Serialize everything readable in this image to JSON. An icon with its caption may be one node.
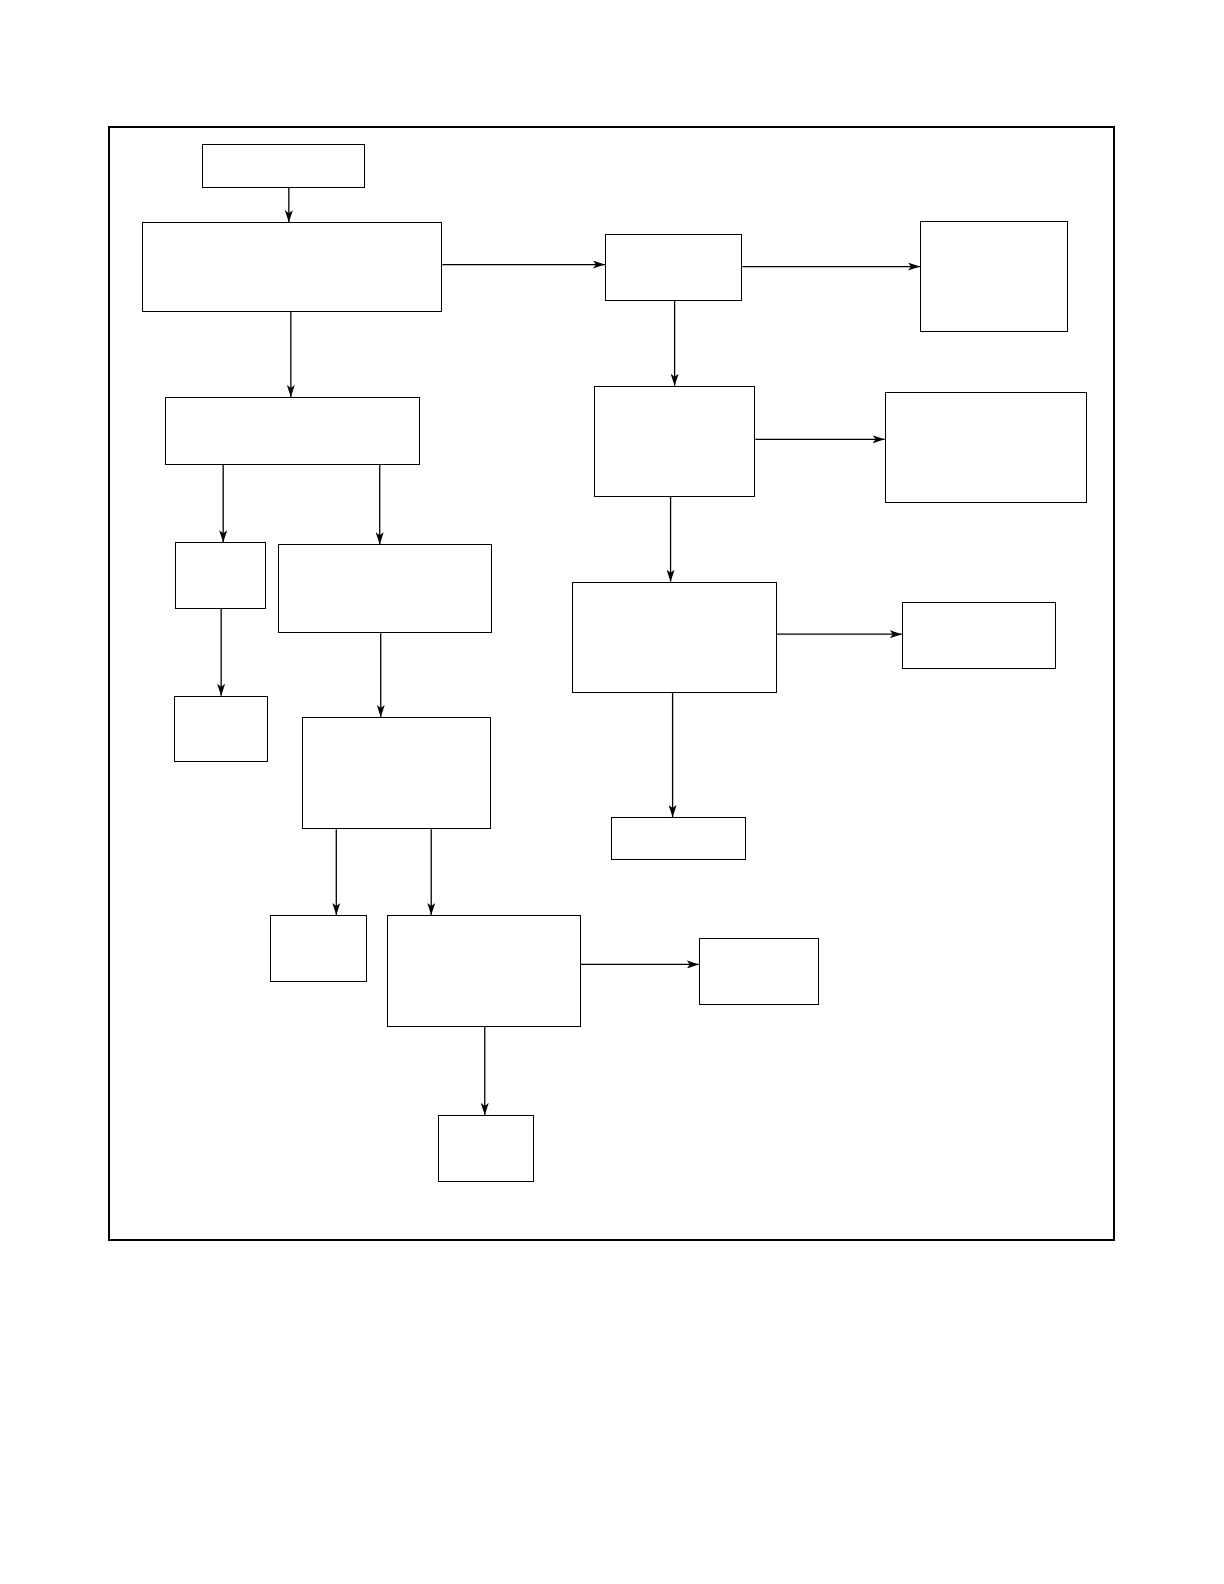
{
  "diagram": {
    "nodes": [
      {
        "text": [],
        "shape": "box"
      },
      {
        "text": [],
        "shape": "box"
      },
      {
        "text": [],
        "shape": "box"
      },
      {
        "text": [],
        "shape": "box"
      },
      {
        "text": [],
        "shape": "box"
      },
      {
        "text": [],
        "shape": "box"
      },
      {
        "text": [],
        "shape": "box"
      },
      {
        "text": [],
        "shape": "box"
      },
      {
        "text": [],
        "shape": "box"
      },
      {
        "text": [],
        "shape": "box"
      },
      {
        "text": [],
        "shape": "box"
      },
      {
        "text": [],
        "shape": "box"
      },
      {
        "text": [],
        "shape": "box"
      },
      {
        "text": [],
        "shape": "box"
      },
      {
        "text": [],
        "shape": "box"
      },
      {
        "text": [],
        "shape": "box"
      },
      {
        "text": [],
        "shape": "box"
      },
      {
        "text": [],
        "shape": "box"
      }
    ],
    "edges": [
      {
        "from": 0,
        "to": 1,
        "arrow": "to"
      },
      {
        "from": 1,
        "to": 2,
        "arrow": "to"
      },
      {
        "from": 2,
        "to": 3,
        "arrow": "to"
      },
      {
        "from": 1,
        "to": 4,
        "arrow": "to"
      },
      {
        "from": 2,
        "to": 5,
        "arrow": "to"
      },
      {
        "from": 5,
        "to": 6,
        "arrow": "to"
      },
      {
        "from": 4,
        "to": 7,
        "arrow": "to"
      },
      {
        "from": 4,
        "to": 8,
        "arrow": "to"
      },
      {
        "from": 5,
        "to": 9,
        "arrow": "to"
      },
      {
        "from": 9,
        "to": 10,
        "arrow": "to"
      },
      {
        "from": 7,
        "to": 11,
        "arrow": "to"
      },
      {
        "from": 8,
        "to": 12,
        "arrow": "to"
      },
      {
        "from": 9,
        "to": 13,
        "arrow": "to"
      },
      {
        "from": 12,
        "to": 14,
        "arrow": "to"
      },
      {
        "from": 12,
        "to": 15,
        "arrow": "to"
      },
      {
        "from": 15,
        "to": 16,
        "arrow": "to"
      },
      {
        "from": 15,
        "to": 17,
        "arrow": "to"
      }
    ]
  }
}
